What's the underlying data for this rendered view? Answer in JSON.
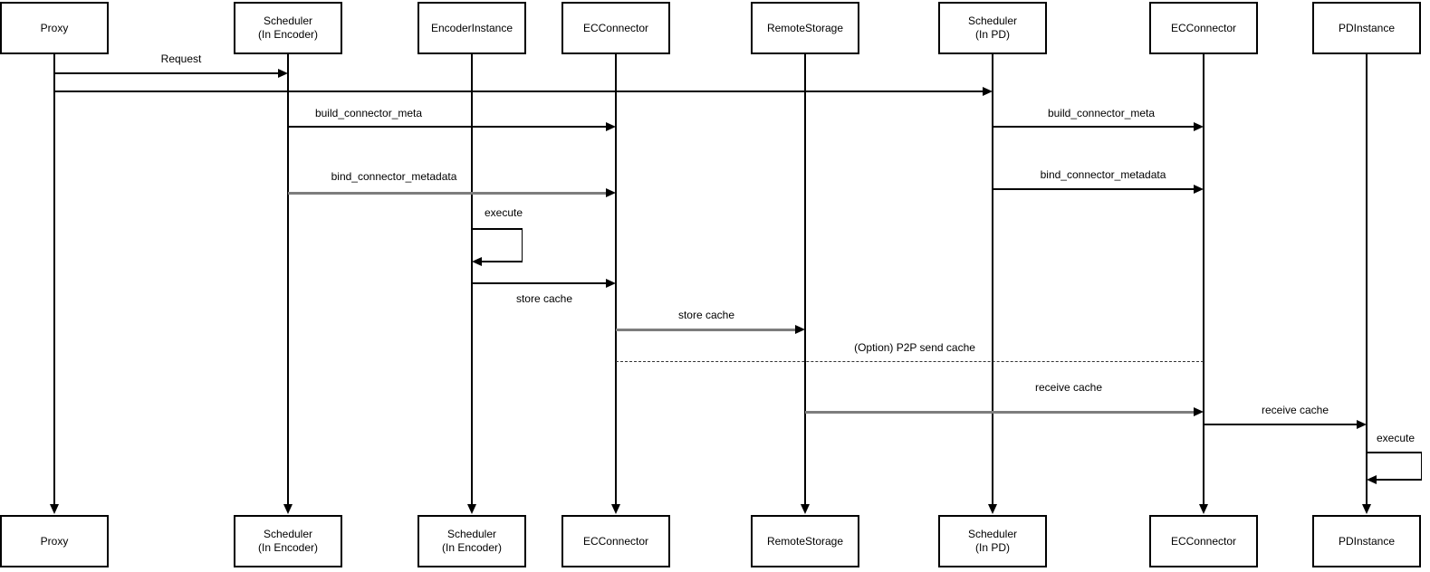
{
  "diagram_type": "sequence-diagram",
  "actors": [
    {
      "top": "Proxy",
      "bottom": "Proxy"
    },
    {
      "top": "Scheduler\n(In Encoder)",
      "bottom": "Scheduler\n(In Encoder)"
    },
    {
      "top": "EncoderInstance",
      "bottom": "Scheduler\n(In Encoder)"
    },
    {
      "top": "ECConnector",
      "bottom": "ECConnector"
    },
    {
      "top": "RemoteStorage",
      "bottom": "RemoteStorage"
    },
    {
      "top": "Scheduler\n(In PD)",
      "bottom": "Scheduler\n(In PD)"
    },
    {
      "top": "ECConnector",
      "bottom": "ECConnector"
    },
    {
      "top": "PDInstance",
      "bottom": "PDInstance"
    }
  ],
  "messages": {
    "request": "Request",
    "build_connector_meta_encoder": "build_connector_meta",
    "build_connector_meta_pd": "build_connector_meta",
    "bind_connector_metadata_encoder": "bind_connector_metadata",
    "bind_connector_metadata_pd": "bind_connector_metadata",
    "execute_encoder": "execute",
    "store_cache_to_ecconnector": "store cache",
    "store_cache_to_remotestorage": "store cache",
    "p2p_send_cache": "(Option) P2P send cache",
    "receive_cache_to_ecconnector": "receive cache",
    "receive_cache_to_pdinstance": "receive cache",
    "execute_pd": "execute"
  },
  "colors": {
    "line": "#000000",
    "faded_line": "#7d7d7d",
    "box_fill": "#ffffff",
    "text": "#000000"
  }
}
